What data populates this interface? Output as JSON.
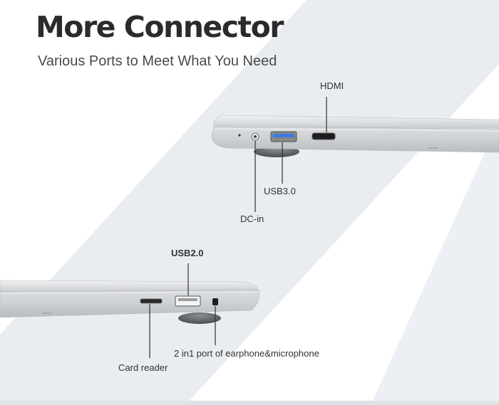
{
  "heading": {
    "title": "More Connector",
    "subtitle": "Various Ports to Meet What You Need"
  },
  "ports_right_side": {
    "hdmi": "HDMI",
    "usb3": "USB3.0",
    "dc_in": "DC-in"
  },
  "ports_left_side": {
    "usb2": "USB2.0",
    "audio": "2 in1 port of earphone&microphone",
    "card_reader": "Card reader"
  },
  "colors": {
    "background": "#ffffff",
    "stripe": "#e9ecf0",
    "chassis": "#d2d5d8",
    "usb3_tongue": "#3b7be0"
  }
}
